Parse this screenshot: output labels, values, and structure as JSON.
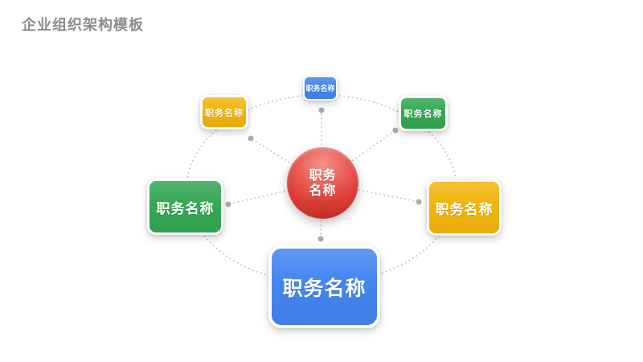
{
  "page": {
    "title": "企业组织架构模板",
    "title_color": "#8C8C8C",
    "background_color": "#FFFFFF"
  },
  "diagram": {
    "orbit": {
      "style": "dotted-ellipse",
      "line_color": "#C7C7C7",
      "endpoint_dot_color": "#ABABAB"
    },
    "center": {
      "label": "职务名称",
      "line1": "职务",
      "line2": "名称",
      "color": "#E8453C",
      "shape": "circle"
    },
    "nodes": [
      {
        "id": "top",
        "label": "职务名称",
        "color": "#4385F0",
        "size": "small"
      },
      {
        "id": "top-left",
        "label": "职务名称",
        "color": "#F2B50D",
        "size": "small"
      },
      {
        "id": "top-right",
        "label": "职务名称",
        "color": "#34A853",
        "size": "small"
      },
      {
        "id": "left",
        "label": "职务名称",
        "color": "#34A853",
        "size": "medium"
      },
      {
        "id": "right",
        "label": "职务名称",
        "color": "#F2B50D",
        "size": "medium"
      },
      {
        "id": "bottom",
        "label": "职务名称",
        "color": "#4385F0",
        "size": "large"
      }
    ]
  }
}
